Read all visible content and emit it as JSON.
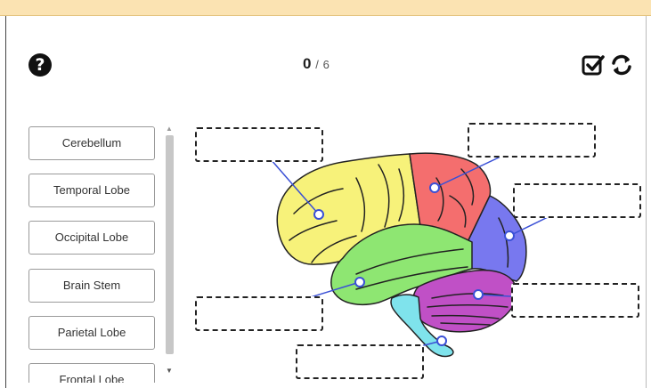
{
  "toolbar": {
    "help_icon": "question-circle",
    "check_icon": "check-square",
    "reset_icon": "rotate-arrows"
  },
  "score": {
    "current": "0",
    "separator": "/",
    "total": "6"
  },
  "terms": [
    {
      "label": "Cerebellum"
    },
    {
      "label": "Temporal Lobe"
    },
    {
      "label": "Occipital Lobe"
    },
    {
      "label": "Brain Stem"
    },
    {
      "label": "Parietal Lobe"
    },
    {
      "label": "Frontal Lobe"
    }
  ],
  "colors": {
    "frontal": "#f7f27a",
    "parietal": "#f46e6e",
    "occipital": "#7878ef",
    "temporal": "#8ee672",
    "cerebellum": "#c050c6",
    "brainstem": "#7fe3ec",
    "pointer": "#3a50d6",
    "banner": "#fbe3b2"
  }
}
